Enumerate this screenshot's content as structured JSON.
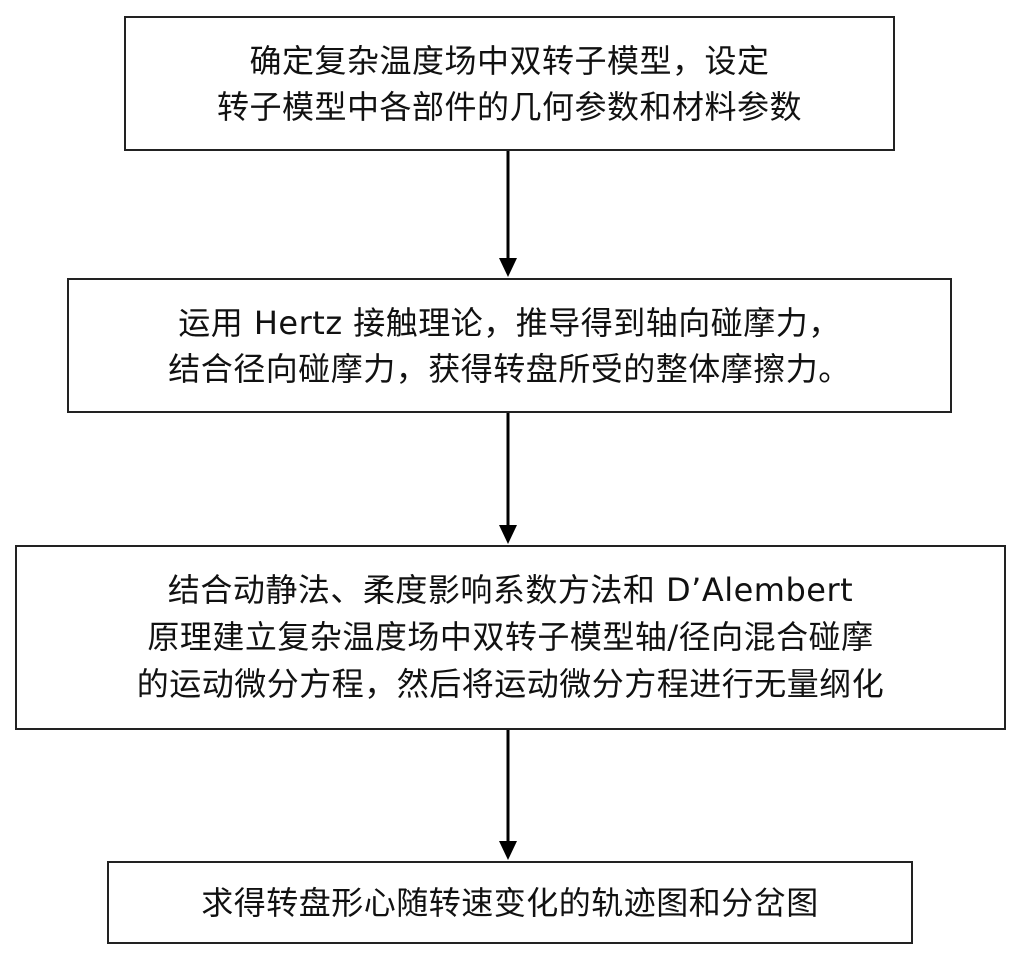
{
  "flowchart": {
    "steps": [
      {
        "lines": [
          "确定复杂温度场中双转子模型，设定",
          "转子模型中各部件的几何参数和材料参数"
        ]
      },
      {
        "lines": [
          "运用 Hertz 接触理论，推导得到轴向碰摩力，",
          "结合径向碰摩力，获得转盘所受的整体摩擦力。"
        ]
      },
      {
        "lines": [
          "结合动静法、柔度影响系数方法和 D’Alembert",
          "原理建立复杂温度场中双转子模型轴/径向混合碰摩",
          "的运动微分方程，然后将运动微分方程进行无量纲化"
        ]
      },
      {
        "lines": [
          "求得转盘形心随转速变化的轨迹图和分岔图"
        ]
      }
    ],
    "colors": {
      "border": "#222222",
      "text": "#111111",
      "arrow": "#000000",
      "background": "#ffffff"
    }
  }
}
